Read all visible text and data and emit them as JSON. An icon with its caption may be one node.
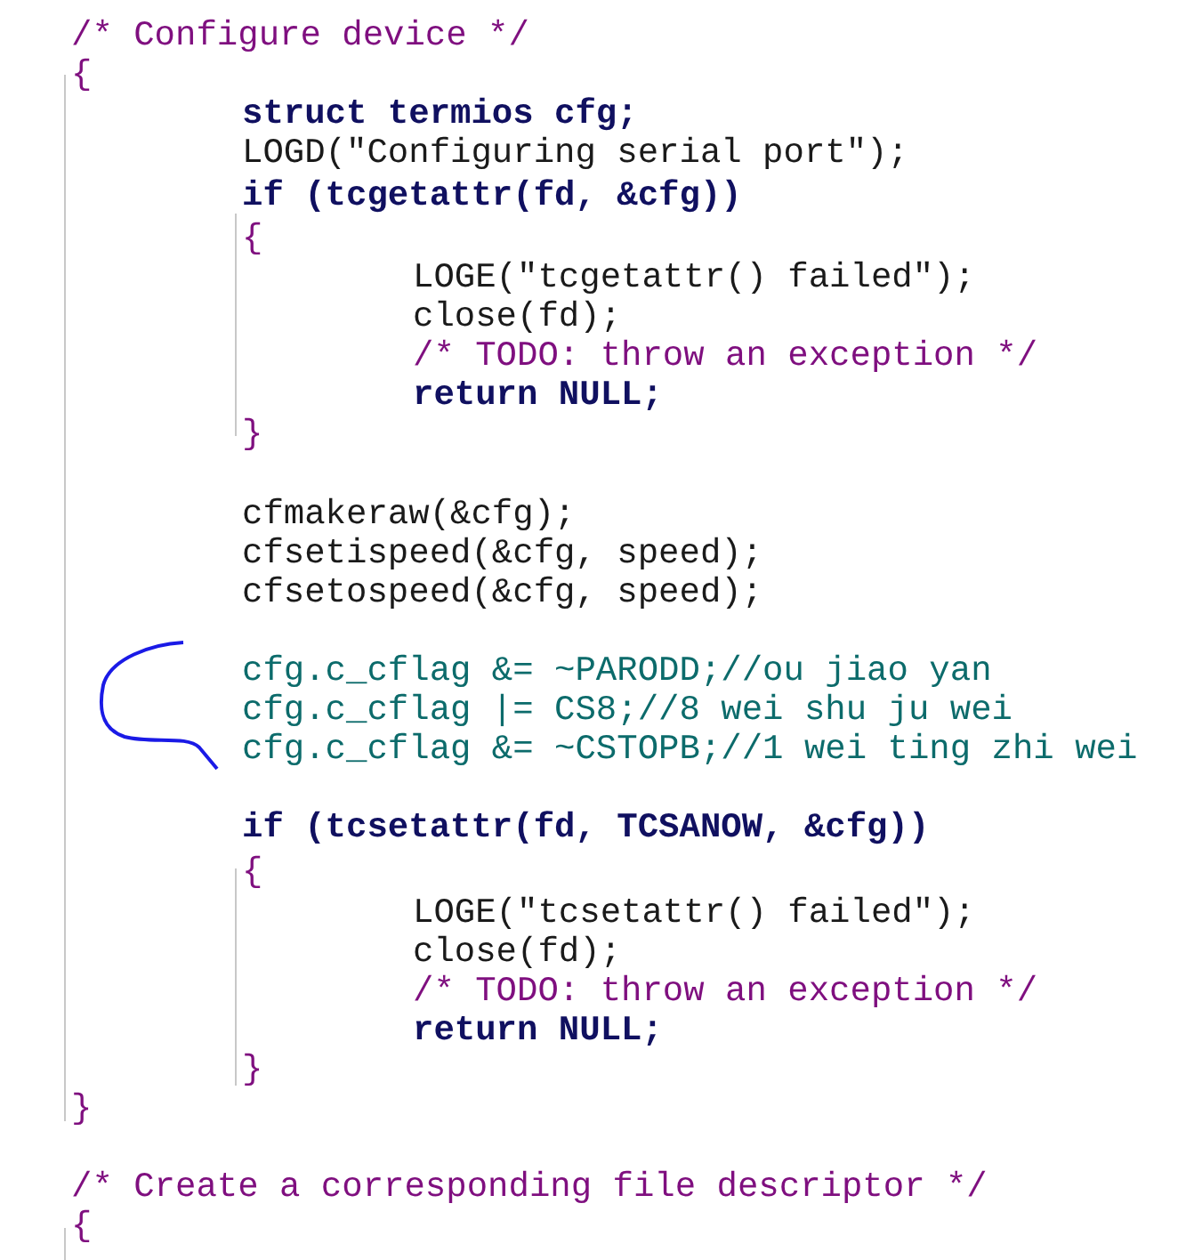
{
  "diagram": {
    "labels": [
      "/* Configure device */",
      "{",
      "struct termios cfg;",
      "LOGD(\"Configuring serial port\");",
      "if (tcgetattr(fd, &cfg))",
      "{",
      "LOGE(\"tcgetattr() failed\");",
      "close(fd);",
      "/* TODO: throw an exception */",
      "return NULL;",
      "}",
      "cfmakeraw(&cfg);",
      "cfsetispeed(&cfg, speed);",
      "cfsetospeed(&cfg, speed);",
      "cfg.c_cflag &= ~PARODD;//ou jiao yan",
      "cfg.c_cflag |= CS8;//8 wei shu ju wei",
      "cfg.c_cflag &= ~CSTOPB;//1 wei ting zhi wei",
      "if (tcsetattr(fd, TCSANOW, &cfg))",
      "{",
      "LOGE(\"tcsetattr() failed\");",
      "close(fd);",
      "/* TODO: throw an exception */",
      "return NULL;",
      "}",
      "}",
      "/* Create a corresponding file descriptor */",
      "{"
    ]
  }
}
